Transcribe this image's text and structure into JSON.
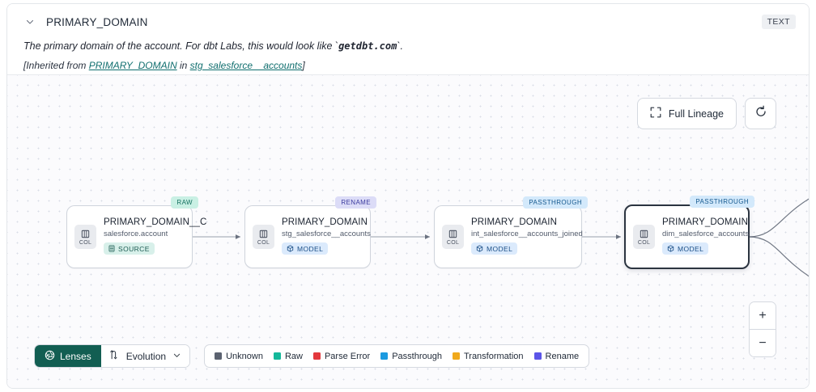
{
  "header": {
    "chevron_icon": "chevron-down-icon",
    "column_name": "PRIMARY_DOMAIN",
    "type_badge": "TEXT",
    "description_prefix": "The primary domain of the account. For dbt Labs, this would look like `",
    "description_code": "getdbt.com",
    "description_suffix": "`.",
    "inherited_prefix": "[Inherited from ",
    "inherited_link": "PRIMARY_DOMAIN",
    "inherited_middle": " in ",
    "inherited_source": "stg_salesforce__accounts",
    "inherited_suffix": "]"
  },
  "controls": {
    "full_lineage_label": "Full Lineage",
    "full_lineage_icon": "expand-icon",
    "refresh_icon": "refresh-icon",
    "zoom_in_label": "+",
    "zoom_out_label": "−"
  },
  "graph": {
    "nodes": [
      {
        "name": "PRIMARY_DOMAIN__C",
        "source": "salesforce.account",
        "badge": "SOURCE",
        "badge_kind": "source",
        "tag": "RAW",
        "tag_kind": "raw",
        "icon_label": "COL",
        "selected": false
      },
      {
        "name": "PRIMARY_DOMAIN",
        "source": "stg_salesforce__accounts",
        "badge": "MODEL",
        "badge_kind": "model",
        "tag": "RENAME",
        "tag_kind": "rename",
        "icon_label": "COL",
        "selected": false
      },
      {
        "name": "PRIMARY_DOMAIN",
        "source": "int_salesforce__accounts_joined",
        "badge": "MODEL",
        "badge_kind": "model",
        "tag": "PASSTHROUGH",
        "tag_kind": "passthrough",
        "icon_label": "COL",
        "selected": false
      },
      {
        "name": "PRIMARY_DOMAIN",
        "source": "dim_salesforce_accounts",
        "badge": "MODEL",
        "badge_kind": "model",
        "tag": "PASSTHROUGH",
        "tag_kind": "passthrough",
        "icon_label": "COL",
        "selected": true
      }
    ]
  },
  "bottom": {
    "lenses_label": "Lenses",
    "lenses_icon": "aperture-icon",
    "evolution_label": "Evolution",
    "evolution_icon": "evolution-icon",
    "evolution_chevron": "chevron-down-icon",
    "legend": [
      {
        "label": "Unknown",
        "color": "#5b6270"
      },
      {
        "label": "Raw",
        "color": "#14b89a"
      },
      {
        "label": "Parse Error",
        "color": "#e3383d"
      },
      {
        "label": "Passthrough",
        "color": "#1b9ae0"
      },
      {
        "label": "Transformation",
        "color": "#f0a91c"
      },
      {
        "label": "Rename",
        "color": "#5b55e8"
      }
    ]
  },
  "colors": {
    "accent": "#125e52",
    "link": "#0f6e6e",
    "selected_border": "#2b3440"
  }
}
